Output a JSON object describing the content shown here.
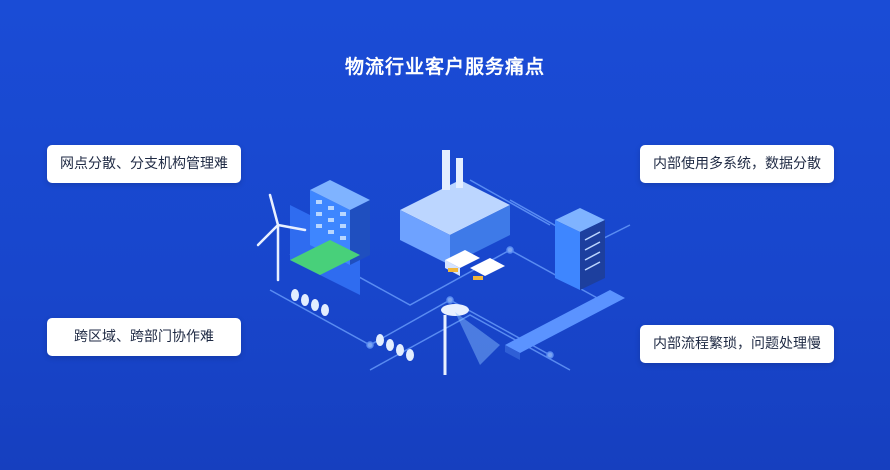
{
  "title": "物流行业客户服务痛点",
  "pain_points": [
    {
      "text": "网点分散、分支机构管理难"
    },
    {
      "text": "内部使用多系统，数据分散"
    },
    {
      "text": "跨区域、跨部门协作难"
    },
    {
      "text": "内部流程繁琐，问题处理慢"
    }
  ],
  "colors": {
    "background": "#1a4cd6",
    "card": "#ffffff",
    "card_text": "#1f2a44",
    "title_text": "#ffffff"
  }
}
